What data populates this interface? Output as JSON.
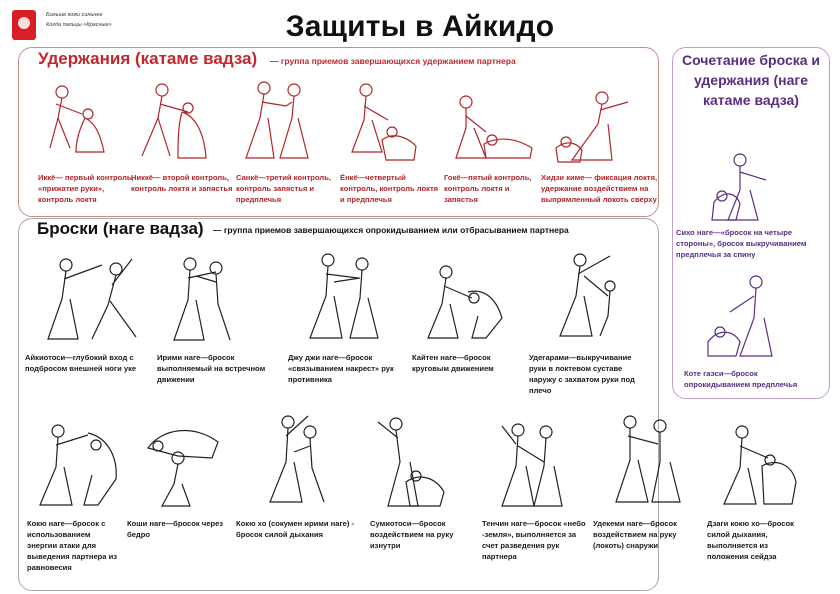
{
  "header": {
    "title": "Защиты в Айкидо",
    "logo_line_1": "Больше кожи сильнее",
    "logo_line_2": "Когда пальцы «Красные»"
  },
  "holds": {
    "title": "Удержания (катаме вадза)",
    "subtitle": "— группа приемов завершающихся удержанием партнера",
    "items": [
      {
        "lines": [
          "Иккё— первый контроль,",
          "«прижатие руки»,",
          "контроль локтя"
        ]
      },
      {
        "lines": [
          "Никкё— второй контроль,",
          "контроль локтя и запястья"
        ]
      },
      {
        "lines": [
          "Санкё—третий контроль,",
          "контроль запястья и",
          "предплечья"
        ]
      },
      {
        "lines": [
          "Ёнкё—четвертый",
          "контроль, контроль локтя",
          "и предплечья"
        ]
      },
      {
        "lines": [
          "Гокё—пятый контроль,",
          "контроль локтя и",
          "запястья"
        ]
      },
      {
        "lines": [
          "Хидзи киме— фиксация локтя,",
          "удержание воздействием на",
          "выпрямленный локоть сверху"
        ]
      }
    ]
  },
  "throws": {
    "title": "Броски (наге вадза)",
    "subtitle": "— группа приемов завершающихся опрокидыванием или отбрасыванием партнера",
    "row1": [
      {
        "lines": [
          "Айкиотоси—глубокий вход с",
          "подбросом внешней ноги уке"
        ]
      },
      {
        "lines": [
          "Ирими наге—бросок",
          "выполняемый на встречном",
          "движении"
        ]
      },
      {
        "lines": [
          "Джу джи наге—бросок",
          "«связыванием накрест» рук",
          "противника"
        ]
      },
      {
        "lines": [
          "Кайтен наге—бросок",
          "круговым движением"
        ]
      },
      {
        "lines": [
          "Удегарами—выкручивание",
          "руки в локтевом суставе",
          "наружу с захватом руки под",
          "плечо"
        ]
      }
    ],
    "row2": [
      {
        "lines": [
          "Кокю наге—бросок с",
          "использованием",
          "энергии атаки для",
          "выведения партнера из",
          "равновесия"
        ]
      },
      {
        "lines": [
          "Коши наге—бросок через",
          "бедро"
        ]
      },
      {
        "lines": [
          "Кокю хо (сокумен ирими наге) -",
          "бросок силой дыхания"
        ]
      },
      {
        "lines": [
          "Сумиотоси—бросок",
          "воздействием на руку",
          "изнутри"
        ]
      },
      {
        "lines": [
          "Тенчин наге—бросок «небо",
          "-земля», выполняется за",
          "счет разведения рук",
          "партнера"
        ]
      },
      {
        "lines": [
          "Удекеми наге—бросок",
          "воздействием на руку",
          "(локоть) снаружи"
        ]
      },
      {
        "lines": [
          "Дзаги кокю хо—бросок",
          "силой дыхания,",
          "выполняется из",
          "положения сейдза"
        ]
      }
    ]
  },
  "combo": {
    "title": "Сочетание броска и удержания (наге катаме вадза)",
    "items": [
      {
        "lines": [
          "Сихо наге—«бросок на четыре",
          "стороны», бросок выкручиванием",
          "предплечья за спину"
        ]
      },
      {
        "lines": [
          "Коте гаэси—бросок",
          "опрокидыванием предплечья"
        ]
      }
    ]
  },
  "colors": {
    "holds_accent": "#c0282d",
    "combo_accent": "#5a2d82",
    "logo_red": "#d81f26"
  }
}
